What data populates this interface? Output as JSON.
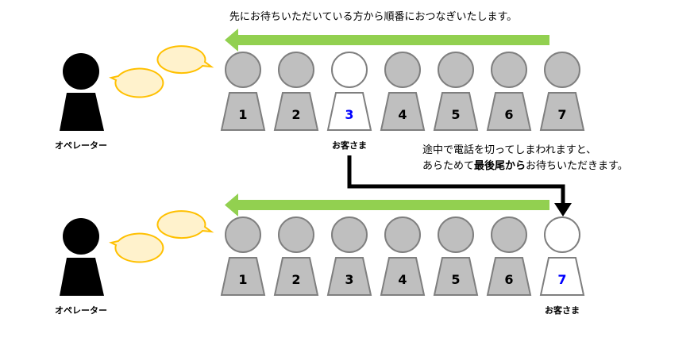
{
  "header_text": "先にお待ちいただいている方から順番におつなぎいたします。",
  "note": {
    "line1": "途中で電話を切ってしまわれますと、",
    "line2_prefix": "あらためて",
    "line2_bold": "最後尾から",
    "line2_suffix": "お待ちいただきます。"
  },
  "operator_label": "オペレーター",
  "customer_label": "お客さま",
  "colors": {
    "queue_fill": "#bfbfbf",
    "queue_stroke": "#7f7f7f",
    "highlight_number": "#0000ff",
    "arrow_green": "#92d050",
    "bubble_fill": "#fff2cc",
    "bubble_stroke": "#ffc000"
  },
  "rows": [
    {
      "numbers": [
        "1",
        "2",
        "3",
        "4",
        "5",
        "6",
        "7"
      ],
      "highlight_index": 2
    },
    {
      "numbers": [
        "1",
        "2",
        "3",
        "4",
        "5",
        "6",
        "7"
      ],
      "highlight_index": 6
    }
  ]
}
